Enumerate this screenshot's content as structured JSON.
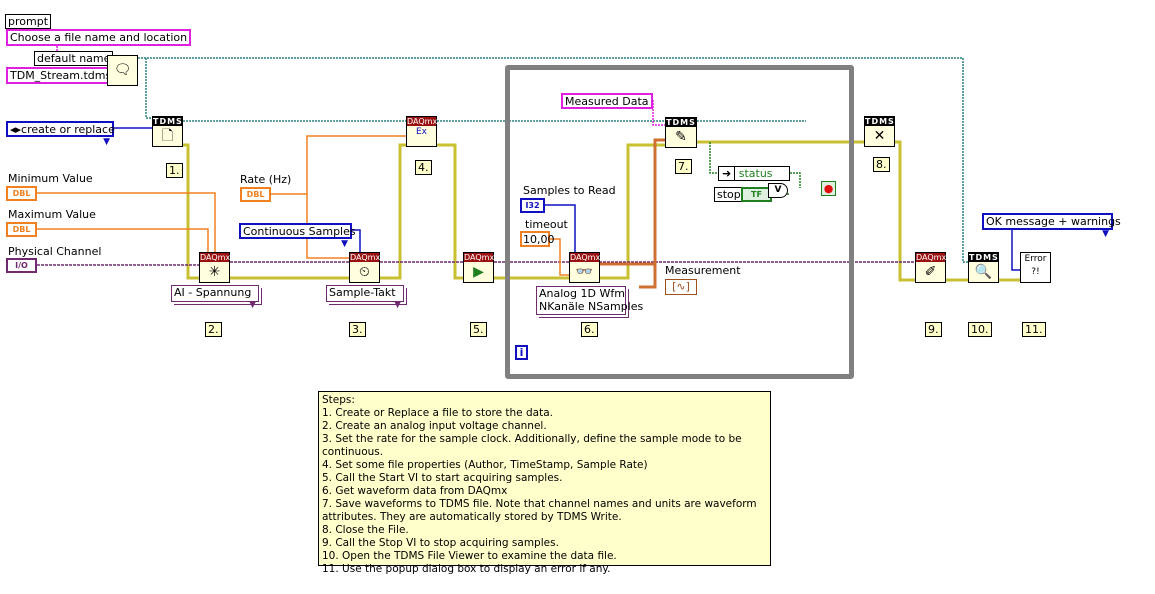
{
  "controls": {
    "prompt_label": "prompt",
    "prompt_value": "Choose a file name and location",
    "default_name_label": "default name",
    "default_name_value": "TDM_Stream.tdms",
    "operation": "create or replace",
    "min_label": "Minimum Value",
    "max_label": "Maximum Value",
    "dbl": "DBL",
    "channel_label": "Physical Channel",
    "io": "I/O",
    "rate_label": "Rate (Hz)",
    "sample_mode": "Continuous Samples",
    "ai_type": "AI - Spannung",
    "timing_type": "Sample-Takt",
    "measured_data": "Measured Data",
    "samples_label": "Samples to Read",
    "i32": "I32",
    "timeout_label": "timeout",
    "timeout_value": "10,00",
    "read_type_1": "Analog 1D Wfm",
    "read_type_2": "NKanäle NSamples",
    "measurement_label": "Measurement",
    "status_label": "status",
    "stop_label": "stop",
    "tf": "TF",
    "or": "V",
    "iteration": "i",
    "error_mode": "OK message + warnings"
  },
  "nodes": {
    "tdms": "TDMS",
    "daqmx": "DAQmx",
    "error": "Error ?!"
  },
  "steps_labels": [
    "1.",
    "2.",
    "3.",
    "4.",
    "5.",
    "6.",
    "7.",
    "8.",
    "9.",
    "10.",
    "11."
  ],
  "note": {
    "title": "Steps:",
    "lines": [
      "1.  Create or Replace a file to store the data.",
      "2.  Create an analog input voltage channel.",
      "3.  Set the rate for the sample clock. Additionally, define the sample mode to be continuous.",
      "4.  Set some file properties (Author, TimeStamp, Sample Rate)",
      "5.  Call the Start VI to start acquiring samples.",
      "6.  Get waveform data from DAQmx",
      "7.  Save waveforms to TDMS file. Note that channel names and units are waveform attributes. They are automatically stored by TDMS Write.",
      "8.  Close the File.",
      "9.  Call the Stop VI to stop acquiring samples.",
      "10. Open the TDMS File Viewer to examine the data file.",
      "11. Use the popup dialog box to display an error if any."
    ]
  },
  "colors": {
    "refnum": "#2a8080",
    "error": "#c8c030",
    "numeric": "#f08020",
    "string": "#e020e0",
    "enum": "#1010c0",
    "task": "#702a70",
    "boolean": "#208020"
  }
}
